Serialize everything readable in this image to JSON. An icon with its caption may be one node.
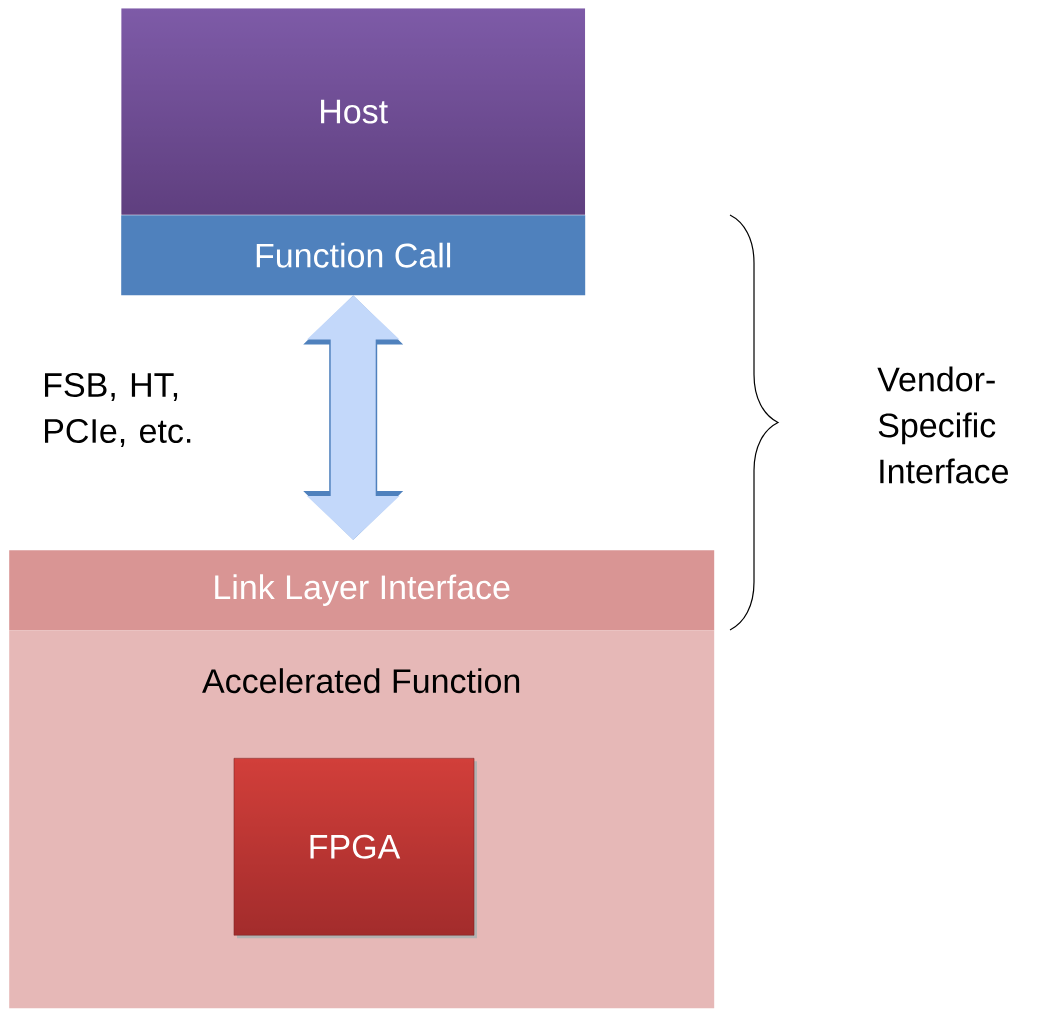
{
  "diagram": {
    "nodes": [
      {
        "text": [
          "Host"
        ]
      },
      {
        "text": [
          "Function Call"
        ]
      },
      {
        "text": [
          "Link Layer Interface"
        ]
      },
      {
        "text": [
          "Accelerated Function"
        ]
      },
      {
        "text": [
          "FPGA"
        ],
        "in": 3
      }
    ],
    "edges": [
      {
        "from": 1,
        "to": 2,
        "arrow": "both",
        "label": "FSB, HT, PCIe, etc."
      }
    ],
    "labels": [
      "Vendor-Specific Interface"
    ]
  }
}
